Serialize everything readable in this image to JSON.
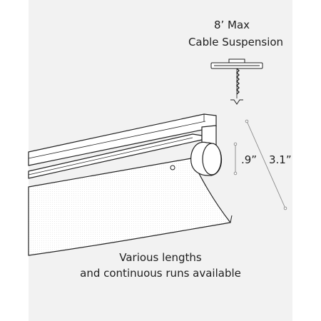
{
  "suspension": {
    "line1": "8’ Max",
    "line2": "Cable Suspension"
  },
  "dimensions": {
    "small": ".9”",
    "large": "3.1”"
  },
  "caption": {
    "line1": "Various lengths",
    "line2": "and continuous runs available"
  },
  "colors": {
    "background": "#f2f2f2",
    "line": "#222222",
    "dimension_line": "#888888"
  }
}
